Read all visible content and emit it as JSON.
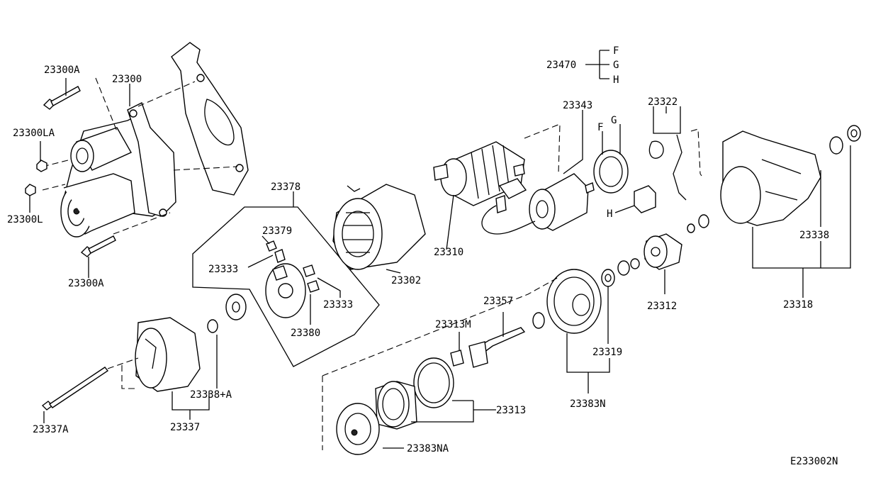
{
  "diagram_id": "E233002N",
  "callouts": {
    "p23300A_top": "23300A",
    "p23300": "23300",
    "p23300LA": "23300LA",
    "p23300L": "23300L",
    "p23300A_bot": "23300A",
    "p23378": "23378",
    "p23379": "23379",
    "p23333_left": "23333",
    "p23333_right": "23333",
    "p23380": "23380",
    "p23302": "23302",
    "p23310": "23310",
    "p23343": "23343",
    "p23470": "23470",
    "p23322": "23322",
    "p23338": "23338",
    "p23318": "23318",
    "p23312": "23312",
    "p23319": "23319",
    "p23383N": "23383N",
    "p23357": "23357",
    "p23313M": "23313M",
    "p23313": "23313",
    "p23383NA": "23383NA",
    "p23338A": "23338+A",
    "p23337": "23337",
    "p23337A": "23337A"
  },
  "variants": {
    "F": "F",
    "G": "G",
    "H": "H"
  },
  "part_letters": {
    "F": "F",
    "G": "G",
    "H": "H"
  }
}
